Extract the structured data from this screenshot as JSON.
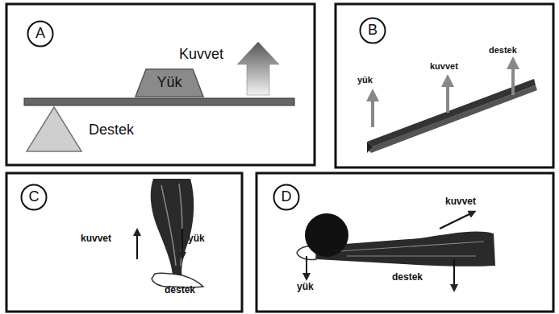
{
  "diagram": {
    "nodes": [
      {
        "text": [
          "A"
        ]
      },
      {
        "text": [
          "Yük"
        ]
      },
      {
        "text": [
          "B"
        ]
      },
      {
        "text": [
          "C"
        ]
      },
      {
        "text": [
          "D"
        ]
      }
    ],
    "labels": [
      "Kuvvet",
      "Destek",
      "yük",
      "kuvvet",
      "destek",
      "kuvvet",
      "yük",
      "destek",
      "kuvvet",
      "yük",
      "destek"
    ]
  }
}
